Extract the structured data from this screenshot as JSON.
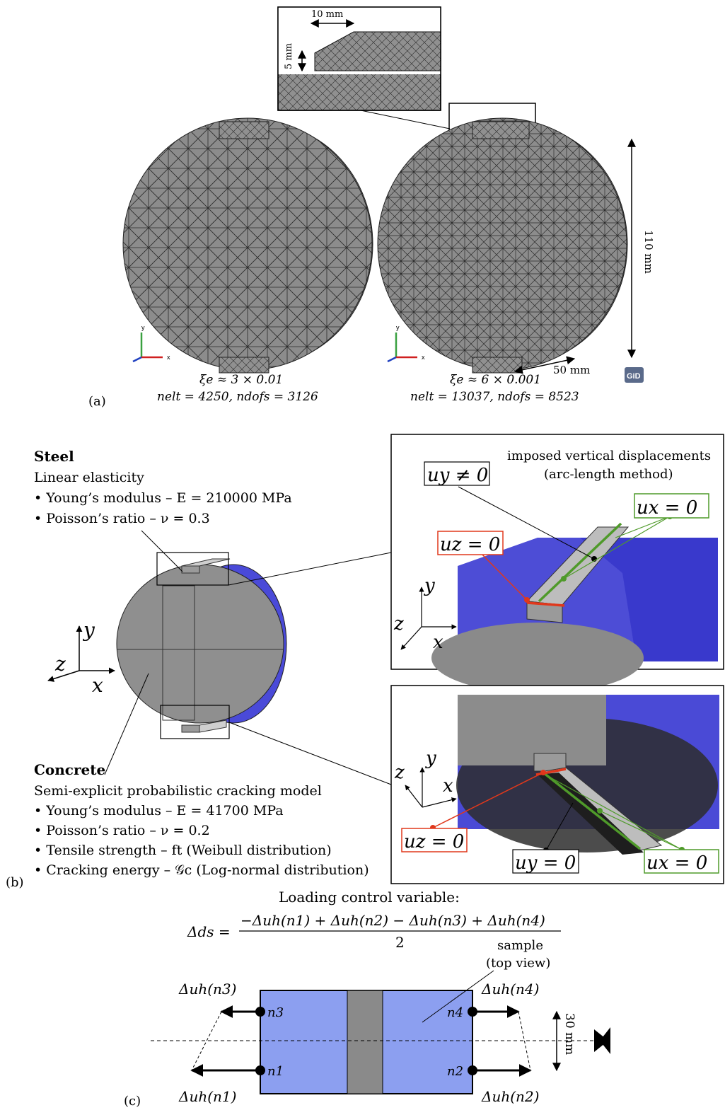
{
  "panel_a": {
    "tag": "(a)",
    "inset_width_label": "10 mm",
    "inset_height_label": "5 mm",
    "left_mesh": {
      "xi": "ξe ≈ 3 × 0.01",
      "counts": "nelt = 4250, ndofs = 3126"
    },
    "right_mesh": {
      "xi": "ξe ≈ 6 × 0.001",
      "counts": "nelt = 13037, ndofs = 8523"
    },
    "height_label": "110 mm",
    "depth_label": "50 mm",
    "logo": "GiD",
    "axis_y": "y",
    "axis_x": "x"
  },
  "panel_b": {
    "tag": "(b)",
    "steel": {
      "title": "Steel",
      "model": "Linear elasticity",
      "bullets": [
        "• Young’s modulus – E = 210000 MPa",
        "• Poisson’s ratio – ν = 0.3"
      ]
    },
    "concrete": {
      "title": "Concrete",
      "model": "Semi-explicit probabilistic cracking model",
      "bullets": [
        "• Young’s modulus – E = 41700 MPa",
        "• Poisson’s ratio – ν = 0.2",
        "• Tensile strength – ft (Weibull distribution)",
        "• Cracking energy – 𝒢c (Log-normal distribution)"
      ]
    },
    "axes": {
      "x": "x",
      "y": "y",
      "z": "z"
    },
    "top_zoom": {
      "caption_line1": "imposed vertical displacements",
      "caption_line2": "(arc-length method)",
      "uy": "uy ≠ 0",
      "ux": "ux = 0",
      "uz": "uz = 0"
    },
    "bottom_zoom": {
      "uz": "uz = 0",
      "uy": "uy = 0",
      "ux": "ux = 0"
    }
  },
  "panel_c": {
    "tag": "(c)",
    "title": "Loading control variable:",
    "formula_lhs": "Δds =",
    "formula_num": "−Δuh(n1) + Δuh(n2) − Δuh(n3) + Δuh(n4)",
    "formula_den": "2",
    "sample_label_1": "sample",
    "sample_label_2": "(top view)",
    "n1": "n1",
    "n2": "n2",
    "n3": "n3",
    "n4": "n4",
    "du_n1": "Δuh(n1)",
    "du_n2": "Δuh(n2)",
    "du_n3": "Δuh(n3)",
    "du_n4": "Δuh(n4)",
    "width_label": "30 mm"
  },
  "colors": {
    "mesh_gray": "#8a8a8a",
    "blue": "#5c5ce0",
    "light_blue": "#8c9ff0",
    "green": "#4f9a2a",
    "red": "#e0381c"
  }
}
